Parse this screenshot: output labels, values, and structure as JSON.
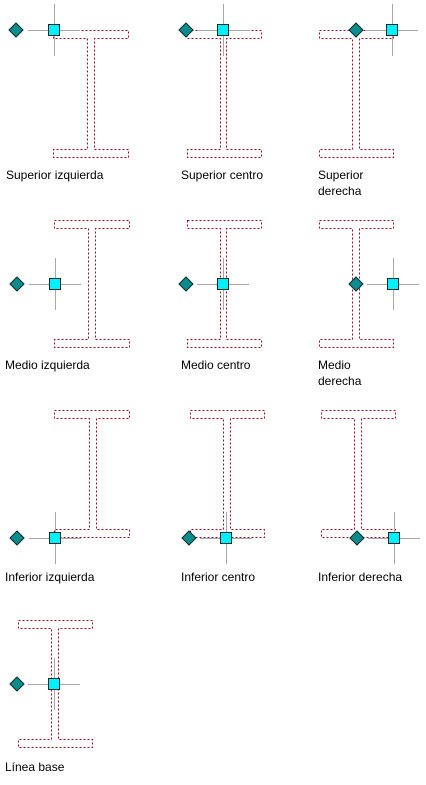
{
  "colors": {
    "beam_outline": "#b2001e",
    "crosshair": "#a8a8a8",
    "insertion_grip_fill": "#00f0ff",
    "base_grip_fill": "#0c8c8c",
    "grip_stroke": "#0a2a2a"
  },
  "icons": {
    "insertion": "square-grip-icon",
    "base": "diamond-grip-icon"
  },
  "cells": [
    {
      "id": "superior-izquierda",
      "label_lines": [
        "Superior izquierda"
      ]
    },
    {
      "id": "superior-centro",
      "label_lines": [
        "Superior centro"
      ]
    },
    {
      "id": "superior-derecha",
      "label_lines": [
        "Superior",
        "derecha"
      ]
    },
    {
      "id": "medio-izquierda",
      "label_lines": [
        "Medio izquierda"
      ]
    },
    {
      "id": "medio-centro",
      "label_lines": [
        "Medio centro"
      ]
    },
    {
      "id": "medio-derecha",
      "label_lines": [
        "Medio",
        "derecha"
      ]
    },
    {
      "id": "inferior-izquierda",
      "label_lines": [
        "Inferior izquierda"
      ]
    },
    {
      "id": "inferior-centro",
      "label_lines": [
        "Inferior centro"
      ]
    },
    {
      "id": "inferior-derecha",
      "label_lines": [
        "Inferior derecha"
      ]
    },
    {
      "id": "linea-base",
      "label_lines": [
        "Línea base"
      ]
    }
  ]
}
